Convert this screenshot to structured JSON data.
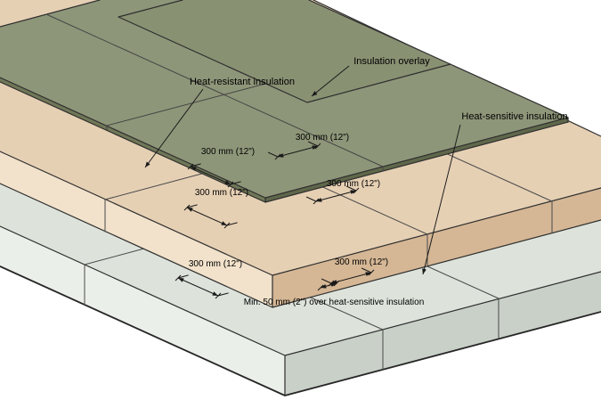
{
  "diagram": {
    "labels": {
      "heat_resistant": "Heat-resistant insulation",
      "overlay": "Insulation overlay",
      "heat_sensitive": "Heat-sensitive insulation"
    },
    "dimensions": {
      "d1": "300 mm (12\")",
      "d2": "300 mm (12\")",
      "d3": "300 mm (12\")",
      "d4": "300 mm (12\")",
      "d5": "300 mm (12\")",
      "d6": "300 mm (12\")",
      "min_overlap": "Min. 50 mm (2\") over heat-sensitive insulation"
    },
    "colors": {
      "background": "#ffffff",
      "overlay_top": "#8e9679",
      "overlay_sheet": "#899173",
      "overlay_edge_left": "#6f7757",
      "overlay_edge_right": "#5f674a",
      "heat_resistant_top": "#e6d0b4",
      "heat_resistant_left": "#f2e2cb",
      "heat_resistant_right": "#d5b795",
      "heat_sensitive_top": "#dde3db",
      "heat_sensitive_left": "#ebefe9",
      "heat_sensitive_right": "#c8d0c7",
      "line": "#2f2f2f"
    }
  }
}
